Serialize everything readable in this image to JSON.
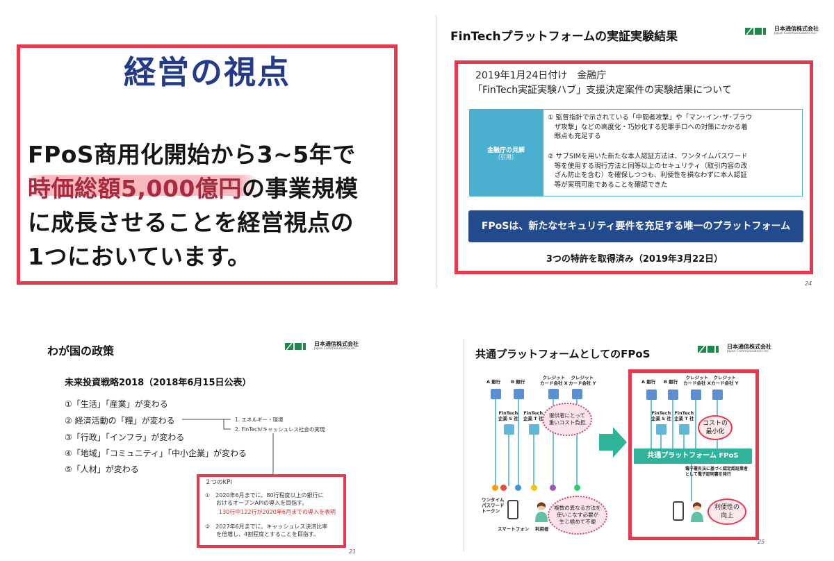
{
  "slide1": {
    "title": "経営の視点",
    "line1": "FPoS商用化開始から3~5年で",
    "line2_highlight": "時価総額5,000億円",
    "line2_rest": "の事業規模",
    "line3": "に成長させることを経営視点の",
    "line4": "1つにおいています。",
    "colors": {
      "frame": "#e8384f",
      "title": "#243a8a",
      "highlight": "#f4a0aa"
    }
  },
  "slide2": {
    "title": "FinTechプラットフォームの実証実験結果",
    "logo_jp": "日本通信株式会社",
    "logo_en": "Japan Communications Inc.",
    "date_line": "2019年1月24日付け　金融庁",
    "subject_line": "「FinTech実証実験ハブ」支援決定案件の実験結果について",
    "left_cell_line1": "金融庁の見解",
    "left_cell_line2": "（引用）",
    "item1_lines": [
      "① 監督指針で示されている「中間者攻撃」や「マン･イン･ザ･ブラウ",
      "　ザ攻撃」などの高度化・巧妙化する犯罪手口への対策にかかる着",
      "　眼点も充足する"
    ],
    "item2_lines": [
      "② サブSIMを用いた新たな本人認証方法は、ワンタイムパスワード",
      "　等を使用する現行方法と同等以上のセキュリティ（取引内容の改",
      "　ざん防止を含む）を確保しつつも、利便性を損なわずに本人認証",
      "　等が実現可能であることを確認できた"
    ],
    "banner": "FPoSは、新たなセキュリティ要件を充足する唯一のプラットフォーム",
    "footer": "3つの特許を取得済み（2019年3月22日）",
    "page_number": "24"
  },
  "slide3": {
    "title": "わが国の政策",
    "logo_jp": "日本通信株式会社",
    "logo_en": "Japan Communications Inc.",
    "subtitle": "未来投資戦略2018（2018年6月15日公表）",
    "items": [
      "①「生活」「産業」が変わる",
      "②  経済活動の「糧」が変わる",
      "③「行政」「インフラ」が変わる",
      "④「地域」「コミュニティ」「中小企業」が変わる",
      "⑤「人材」が変わる"
    ],
    "branch1": "1.  エネルギー・環境",
    "branch2": "2.  FinTech/キャッシュレス社会の実現",
    "kpi_title": "２つのKPI",
    "kpi1_lines": [
      "①　2020年6月までに、80行程度以上の銀行に",
      "　　おけるオープンAPIの導入を目指す。"
    ],
    "kpi1_red": "130行中122行が2020年6月までの導入を表明",
    "kpi2_lines": [
      "②　2027年6月までに、キャッシュレス決済比率",
      "　　を倍増し、4割程度とすることを目指す。"
    ],
    "page_number": "21"
  },
  "slide4": {
    "title": "共通プラットフォームとしてのFPoS",
    "logo_jp": "日本通信株式会社",
    "logo_en": "Japan Communications Inc.",
    "bank_a": "A 銀行",
    "bank_b": "B 銀行",
    "card_x": "クレジット\nカード会社 X",
    "card_y": "クレジット\nカード会社 Y",
    "fintech_s": "FinTech\n企業 S 社",
    "fintech_t": "FinTech\n企業 T 社",
    "cloud_top": "提供者にとって\n重いコスト負担",
    "cloud_bottom": "複数の異なる方法を\n使いこなす必要が\n生じ極めて不便",
    "otp_label": "ワンタイム\nパスワード\nトークン",
    "smartphone": "スマートフォン",
    "user": "利用者",
    "cost_oval": "コストの\n最小化",
    "platform": "共通プラットフォーム FPoS",
    "cert_note": "電子署名法に基づく認定認証業者\nとして電子証明書を発行",
    "convenience_oval": "利便性の\n向上",
    "page_number": "25",
    "colors": {
      "bank": "#5a8fd1",
      "fintech": "#5fb8d8",
      "platform": "#2fb39a",
      "arrow": "#2fb39a"
    }
  }
}
